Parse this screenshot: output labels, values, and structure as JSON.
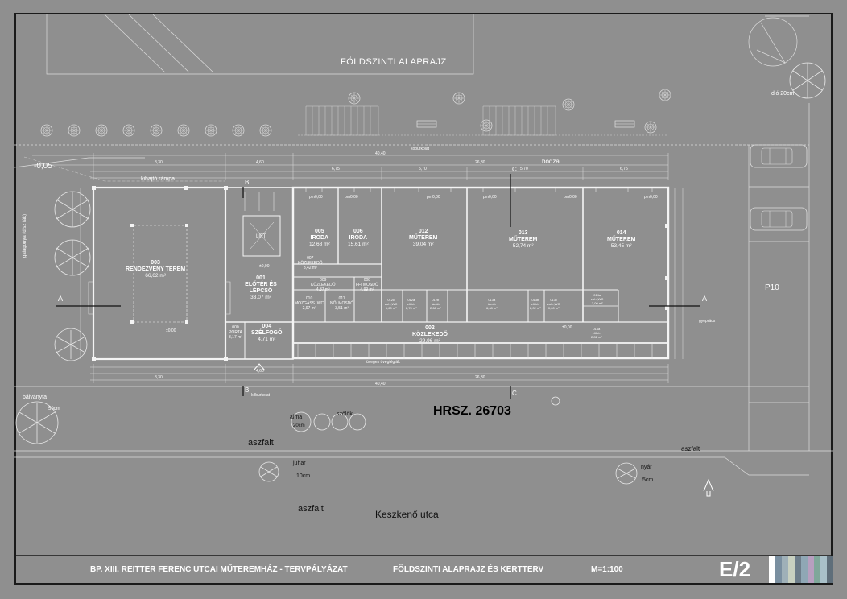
{
  "header": {
    "plan_title": "FÖLDSZINTI ALAPRAJZ"
  },
  "plot": {
    "number": "HRSZ. 26703"
  },
  "levels": {
    "street_level": "-0,05",
    "interior_level": "±0,00",
    "pm": "pm0,00"
  },
  "site_labels": {
    "ramp": "kihajtó rámpa",
    "lift": "LIFT",
    "elder": "bodza",
    "paving_top": "kőburkolat",
    "paving_bottom": "kőburkolat",
    "walnut": "dió 20cm",
    "parking": "P10",
    "thuja": "bálványfa",
    "thuja_size": "50cm",
    "apple": "alma",
    "apple_size": "20cm",
    "grapes": "szőlők",
    "maple": "juhar",
    "maple_size": "10cm",
    "poplar": "nyár",
    "poplar_size": "5cm",
    "asphalt_left": "aszfalt",
    "asphalt_right": "aszfalt",
    "asphalt_bottom": "aszfalt",
    "street": "Keszkenő utca",
    "glass_bricks": "üveges üvegtéglák",
    "lawn": "gyeprács",
    "hedge": "galagonya (dísz fák)"
  },
  "section_marks": {
    "a": "A",
    "b": "B",
    "c": "C"
  },
  "rooms": [
    {
      "no": "003",
      "name": "RENDEZVÉNY TEREM",
      "area": "66,62 m²"
    },
    {
      "no": "001",
      "name": "ELŐTÉR ÉS LÉPCSŐ",
      "area": "33,07 m²"
    },
    {
      "no": "004",
      "name": "SZÉLFOGÓ",
      "area": "4,71 m²"
    },
    {
      "no": "005",
      "name": "IRODA",
      "area": "12,68 m²"
    },
    {
      "no": "006",
      "name": "IRODA",
      "area": "15,61 m²"
    },
    {
      "no": "012",
      "name": "MŰTEREM",
      "area": "39,04 m²"
    },
    {
      "no": "013",
      "name": "MŰTEREM",
      "area": "52,74 m²"
    },
    {
      "no": "014",
      "name": "MŰTEREM",
      "area": "53,45 m²"
    },
    {
      "no": "002",
      "name": "KÖZLEKEDŐ",
      "area": "29,96 m²"
    },
    {
      "no": "007",
      "name": "KÖZLEKEDŐ",
      "area": "3,42 m²"
    },
    {
      "no": "009",
      "name": "KÖZLEKEDŐ",
      "area": "4,37 m²"
    },
    {
      "no": "008",
      "name": "FFI MOSDÓ",
      "area": "4,99 m²"
    },
    {
      "no": "010",
      "name": "MOZGÁSS. WC",
      "area": "2,97 m²"
    },
    {
      "no": "011",
      "name": "NŐI MOSDÓ",
      "area": "3,51 m²"
    },
    {
      "no": "000",
      "name": "PORTA",
      "area": "3,17 m²"
    }
  ],
  "small_rooms": [
    {
      "no": "012c",
      "name": "zuh.,WC",
      "area": "1,60 m²"
    },
    {
      "no": "012a",
      "name": "előtér",
      "area": "2,70 m²"
    },
    {
      "no": "012b",
      "name": "tároló",
      "area": "2,66 m²"
    },
    {
      "no": "013a",
      "name": "tároló",
      "area": "6,48 m²"
    },
    {
      "no": "013b",
      "name": "előtér",
      "area": "2,02 m²"
    },
    {
      "no": "013c",
      "name": "zuh.,WC",
      "area": "0,60 m²"
    },
    {
      "no": "014a",
      "name": "zuh.,WC",
      "area": "3,00 m²"
    },
    {
      "no": "014a",
      "name": "előtér",
      "area": "2,81 m²"
    }
  ],
  "dimensions": {
    "total": "40,40",
    "mid": "26,30",
    "left": "8,30",
    "entry": "4,60",
    "s1": "6,75",
    "s2": "5,70",
    "s3": "5,70",
    "s4": "6,75"
  },
  "title_block": {
    "project": "BP. XIII. REITTER FERENC UTCAI MŰTEREMHÁZ - TERVPÁLYÁZAT",
    "drawing": "FÖLDSZINTI ALAPRAJZ ÉS KERTTERV",
    "scale": "M=1:100",
    "sheet": "E/2"
  },
  "palette_colors": [
    "#ffffff",
    "#7a8fa0",
    "#9fb0b8",
    "#c8d0c0",
    "#6d7d8a",
    "#8fa7b5",
    "#b79fbf",
    "#7fa79a",
    "#a9c0c9",
    "#5f6e7a"
  ]
}
